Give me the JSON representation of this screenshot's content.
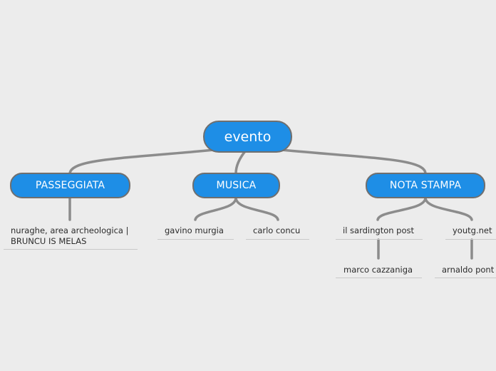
{
  "root": {
    "label": "evento"
  },
  "branches": [
    {
      "label": "PASSEGGIATA",
      "children": [
        {
          "label": "nuraghe, area archeologica |",
          "label2": "BRUNCU IS MELAS"
        }
      ]
    },
    {
      "label": "MUSICA",
      "children": [
        {
          "label": "gavino murgia"
        },
        {
          "label": "carlo concu"
        }
      ]
    },
    {
      "label": "NOTA STAMPA",
      "children": [
        {
          "label": "il sardington post",
          "children": [
            {
              "label": "marco cazzaniga"
            }
          ]
        },
        {
          "label": "youtg.net",
          "children": [
            {
              "label": "arnaldo pont"
            }
          ]
        }
      ]
    }
  ],
  "colors": {
    "node_fill": "#1e8ee6",
    "node_border": "#6f6f6f",
    "connector": "#8c8c8c",
    "background": "#ececec"
  }
}
